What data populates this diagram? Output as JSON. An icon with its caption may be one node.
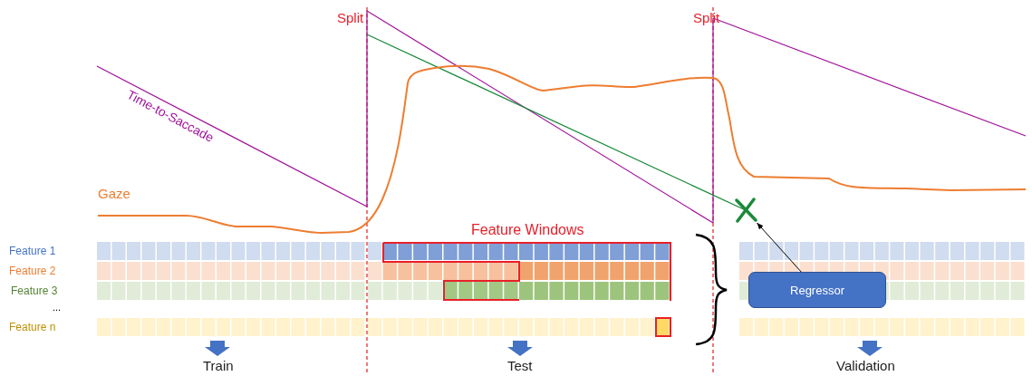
{
  "diagram": {
    "nodes": [
      {
        "text": [
          "Regressor"
        ]
      },
      {
        "text": [],
        "shape": "cross"
      }
    ],
    "edges": [
      {
        "from": 0,
        "to": 1,
        "arrow": "to"
      }
    ],
    "labels": [
      "Split",
      "Split",
      "Time-to-Saccade",
      "Gaze",
      "Feature Windows",
      "Feature 1",
      "Feature 2",
      "Feature 3",
      "...",
      "Feature n",
      "Train",
      "Test",
      "Validation"
    ]
  }
}
